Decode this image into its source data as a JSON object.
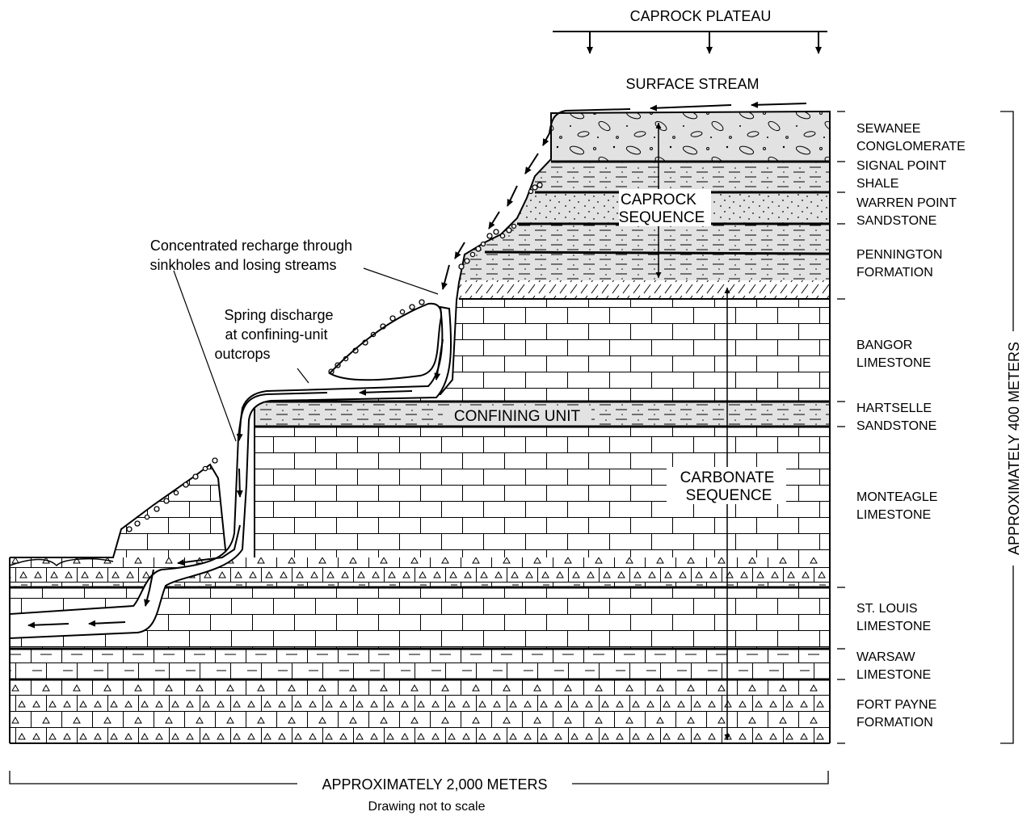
{
  "header": {
    "plateau_label": "CAPROCK PLATEAU",
    "stream_label": "SURFACE STREAM"
  },
  "units": [
    {
      "line1": "SEWANEE",
      "line2": "CONGLOMERATE"
    },
    {
      "line1": "SIGNAL POINT",
      "line2": "SHALE"
    },
    {
      "line1": "WARREN POINT",
      "line2": "SANDSTONE"
    },
    {
      "line1": "PENNINGTON",
      "line2": "FORMATION"
    },
    {
      "line1": "BANGOR",
      "line2": "LIMESTONE"
    },
    {
      "line1": "HARTSELLE",
      "line2": "SANDSTONE"
    },
    {
      "line1": "MONTEAGLE",
      "line2": "LIMESTONE"
    },
    {
      "line1": "ST. LOUIS",
      "line2": "LIMESTONE"
    },
    {
      "line1": "WARSAW",
      "line2": "LIMESTONE"
    },
    {
      "line1": "FORT PAYNE",
      "line2": "FORMATION"
    }
  ],
  "sequences": {
    "caprock": {
      "line1": "CAPROCK",
      "line2": "SEQUENCE"
    },
    "carbonate": {
      "line1": "CARBONATE",
      "line2": "SEQUENCE"
    },
    "confining": "CONFINING UNIT"
  },
  "annotations": {
    "recharge": {
      "line1": "Concentrated recharge through",
      "line2": "sinkholes and losing streams"
    },
    "spring": {
      "line1": "Spring discharge",
      "line2": "at confining-unit",
      "line3": "outcrops"
    }
  },
  "scale": {
    "vertical": "APPROXIMATELY 400 METERS",
    "horizontal": "APPROXIMATELY 2,000 METERS",
    "note": "Drawing not to scale"
  },
  "colors": {
    "stipple_fill": "#e2e2e2",
    "line": "#000000",
    "background": "#ffffff"
  }
}
